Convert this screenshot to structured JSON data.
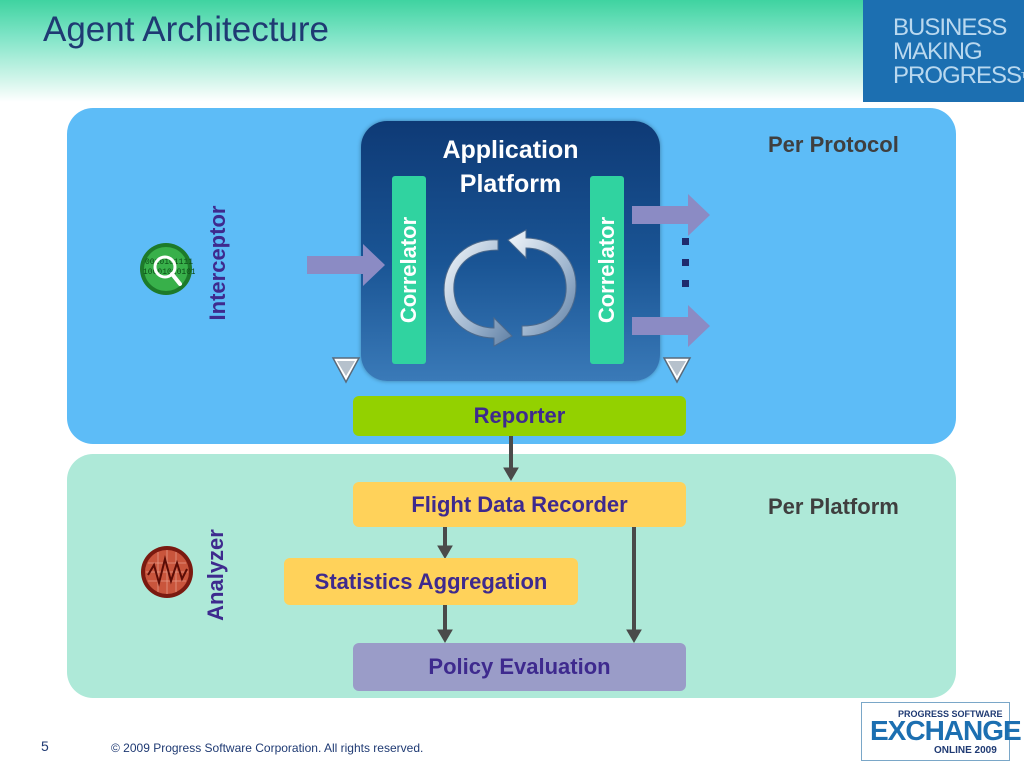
{
  "header": {
    "title": "Agent Architecture",
    "brand_lines": [
      "BUSINESS",
      "MAKING",
      "PROGRESS"
    ],
    "brand_tm": "TM"
  },
  "top_panel": {
    "side_label": "Interceptor",
    "per_label": "Per Protocol",
    "platform_title_line1": "Application",
    "platform_title_line2": "Platform",
    "correlator_left": "Correlator",
    "correlator_right": "Correlator",
    "reporter": "Reporter",
    "interceptor_binary": [
      "0010101111",
      "10001010101"
    ]
  },
  "bottom_panel": {
    "side_label": "Analyzer",
    "per_label": "Per Platform",
    "flight_data_recorder": "Flight Data Recorder",
    "statistics_aggregation": "Statistics Aggregation",
    "policy_evaluation": "Policy Evaluation"
  },
  "footer": {
    "page_number": "5",
    "copyright": "© 2009 Progress Software Corporation. All rights reserved."
  },
  "exchange_logo": {
    "top": "PROGRESS SOFTWARE",
    "word": "EXCHANGE",
    "bottom": "ONLINE 2009"
  },
  "colors": {
    "top_panel": "#5dbcf7",
    "bottom_panel": "#aee9d8",
    "platform": "#1a5595",
    "correlator": "#30d3a0",
    "reporter": "#93d100",
    "yellow_box": "#ffd25a",
    "policy_box": "#9a9cc8",
    "text_purple": "#3e2a8e"
  }
}
